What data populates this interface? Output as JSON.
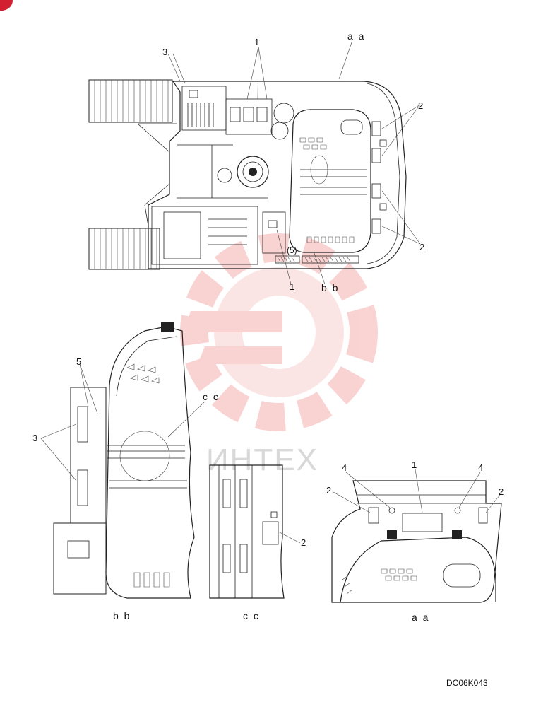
{
  "views": {
    "top": {
      "callouts": {
        "c1_top": "1",
        "c1_bottom": "1",
        "c2_upper": "2",
        "c2_lower": "2",
        "c3": "3",
        "c5_plate": "(5)"
      },
      "section_refs": {
        "aa": "a a",
        "bb": "b b"
      }
    },
    "bb": {
      "title": "b b",
      "callouts": {
        "c5": "5",
        "c3": "3"
      },
      "section_ref": "c c"
    },
    "cc": {
      "title": "c c",
      "callouts": {
        "c2": "2"
      }
    },
    "aa": {
      "title": "a a",
      "callouts": {
        "c1": "1",
        "c2_left": "2",
        "c2_right": "2",
        "c4_left": "4",
        "c4_right": "4"
      }
    }
  },
  "drawing_code": "DC06K043",
  "watermark": {
    "text": "ИНТЕХ",
    "color": "#e34040"
  },
  "colors": {
    "line": "#222222",
    "watermark_logo": "#f4b0b0",
    "corner_mark": "#d32030"
  }
}
